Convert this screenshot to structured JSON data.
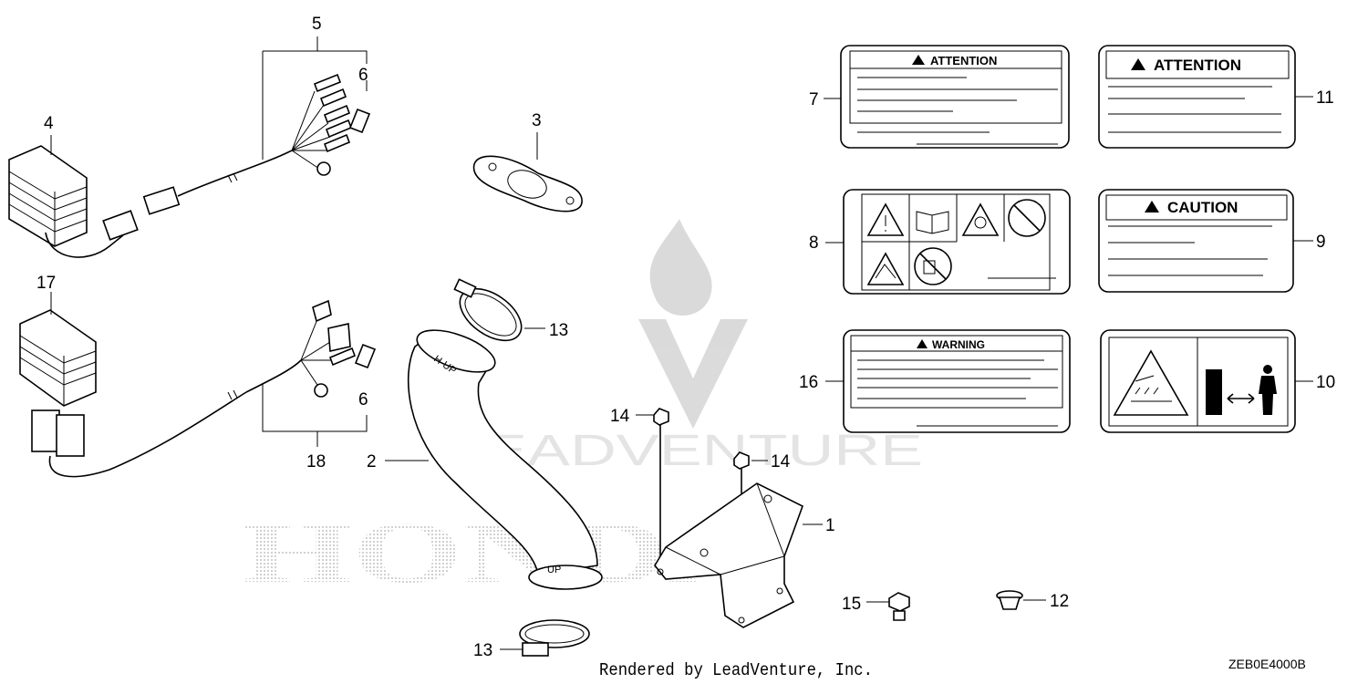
{
  "callouts": {
    "n1": "1",
    "n2": "2",
    "n3": "3",
    "n4": "4",
    "n5": "5",
    "n6a": "6",
    "n6b": "6",
    "n7": "7",
    "n8": "8",
    "n9": "9",
    "n10": "10",
    "n11": "11",
    "n12": "12",
    "n13a": "13",
    "n13b": "13",
    "n14a": "14",
    "n14b": "14",
    "n15": "15",
    "n16": "16",
    "n17": "17",
    "n18": "18"
  },
  "labels": {
    "label7_title": "ATTENTION",
    "label11_title": "ATTENTION",
    "label9_title": "CAUTION",
    "label16_title": "WARNING"
  },
  "hose_marks": {
    "top": "H-UP",
    "bottom": "UP"
  },
  "watermark": {
    "brand": "LEADVENTURE",
    "maker": "HONDA"
  },
  "footer": {
    "rendered_by": "Rendered by LeadVenture, Inc.",
    "diagram_code": "ZEB0E4000B"
  }
}
